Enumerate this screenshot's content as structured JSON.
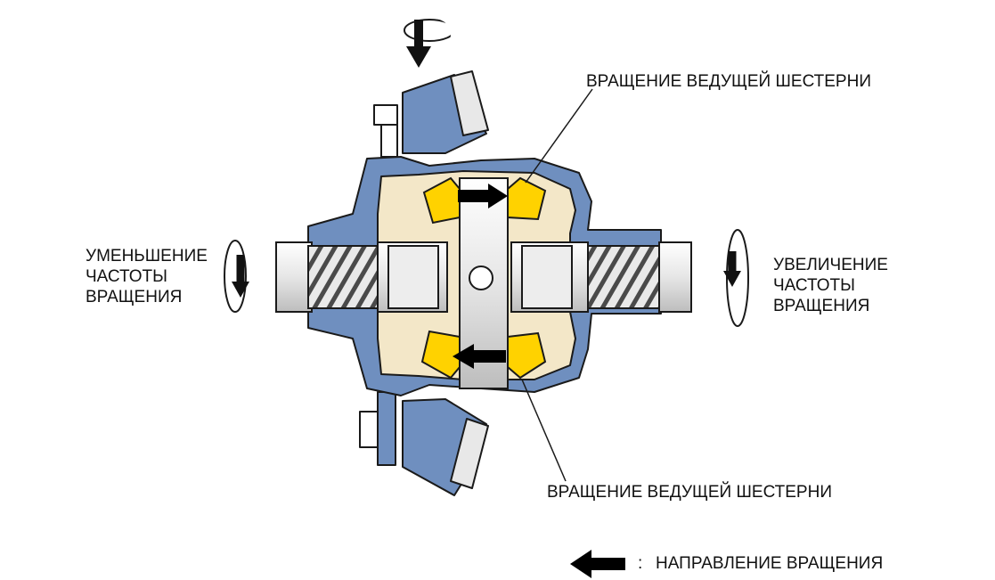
{
  "labels": {
    "pinion_rotation_top": "ВРАЩЕНИЕ ВЕДУЩЕЙ ШЕСТЕРНИ",
    "pinion_rotation_bottom": "ВРАЩЕНИЕ ВЕДУЩЕЙ ШЕСТЕРНИ",
    "decrease_speed": [
      "УМЕНЬШЕНИЕ",
      "ЧАСТОТЫ",
      "ВРАЩЕНИЯ"
    ],
    "increase_speed": [
      "УВЕЛИЧЕНИЕ",
      "ЧАСТОТЫ",
      "ВРАЩЕНИЯ"
    ]
  },
  "legend": {
    "separator": ":",
    "text": "НАПРАВЛЕНИЕ ВРАЩЕНИЯ"
  },
  "colors": {
    "housing": "#6f8fbf",
    "gear_teeth": "#ffd200",
    "gear_body": "#f3e7c8",
    "shaft": "#dcdcdc",
    "arrow": "#000000",
    "outline": "#1a1a1a"
  },
  "icons": {
    "top_rotation": "curved-rotation-arrow-icon",
    "left_rotation": "curved-rotation-arrow-icon",
    "right_rotation": "curved-rotation-arrow-icon",
    "legend_arrow": "left-arrow-icon"
  }
}
